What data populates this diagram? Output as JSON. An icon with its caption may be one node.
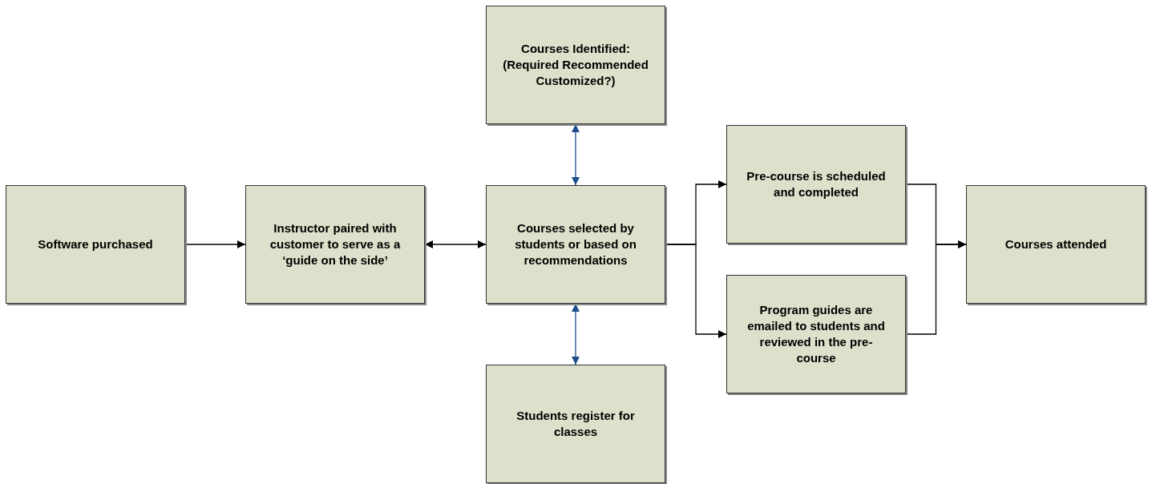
{
  "diagram": {
    "nodes": [
      {
        "text": [
          "Software purchased"
        ]
      },
      {
        "text": [
          "Instructor paired with customer to serve as a ‘guide on the side’"
        ]
      },
      {
        "text": [
          "Courses Identified: (Required Recommended Customized?)"
        ]
      },
      {
        "text": [
          "Courses selected by students or based on recommendations"
        ]
      },
      {
        "text": [
          "Students register for classes"
        ]
      },
      {
        "text": [
          "Pre-course is scheduled and completed"
        ]
      },
      {
        "text": [
          "Program guides are emailed to students and reviewed in the pre-course"
        ]
      },
      {
        "text": [
          "Courses attended"
        ]
      }
    ],
    "edges": [
      {
        "from": 0,
        "to": 1,
        "arrow": "to"
      },
      {
        "from": 1,
        "to": 3,
        "arrow": "both"
      },
      {
        "from": 2,
        "to": 3,
        "arrow": "both",
        "color": "#1f4e8c"
      },
      {
        "from": 3,
        "to": 4,
        "arrow": "both",
        "color": "#1f4e8c"
      },
      {
        "from": 3,
        "to": 5,
        "arrow": "to"
      },
      {
        "from": 3,
        "to": 6,
        "arrow": "to"
      },
      {
        "from": 5,
        "to": 7,
        "arrow": "to"
      },
      {
        "from": 6,
        "to": 7,
        "arrow": "to"
      }
    ]
  }
}
